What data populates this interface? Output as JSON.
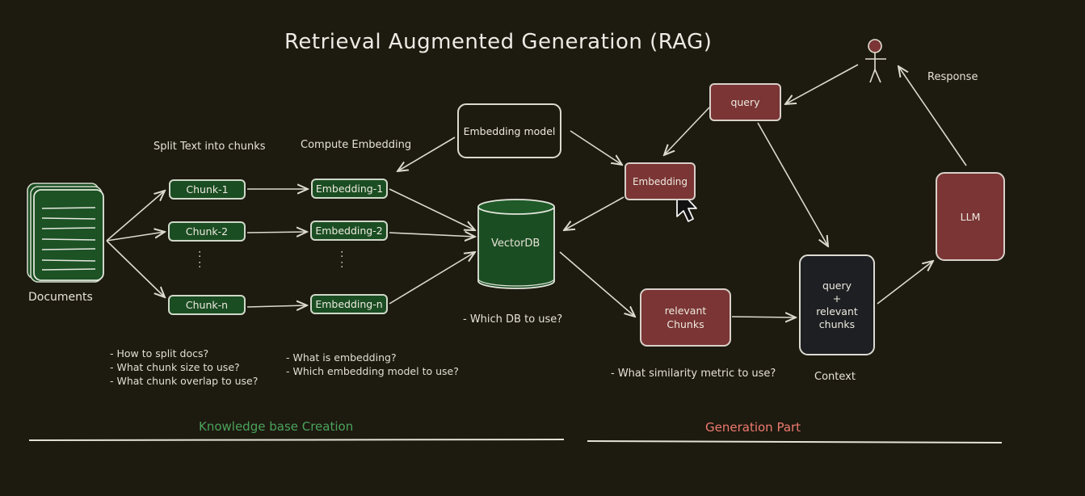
{
  "title": "Retrieval Augmented Generation (RAG)",
  "documents_label": "Documents",
  "split_label": "Split Text into chunks",
  "compute_label": "Compute Embedding",
  "chunks": [
    "Chunk-1",
    "Chunk-2",
    "Chunk-n"
  ],
  "embeddings": [
    "Embedding-1",
    "Embedding-2",
    "Embedding-n"
  ],
  "ellipsis": ":",
  "embedding_model": "Embedding model",
  "vectordb": "VectorDB",
  "which_db": "- Which DB to use?",
  "notes_split": "- How to split docs?\n- What chunk size to use?\n- What chunk overlap to use?",
  "notes_embed": "- What is embedding?\n- Which embedding model to use?",
  "query": "query",
  "embedding": "Embedding",
  "relevant_chunks": "relevant\nChunks",
  "similarity_note": "- What similarity metric to use?",
  "context_box": "query\n+\nrelevant\nchunks",
  "context_label": "Context",
  "llm": "LLM",
  "response": "Response",
  "section_knowledge": "Knowledge base Creation",
  "section_generation": "Generation Part",
  "colors": {
    "background": "#1d1a10",
    "green_box": "#1b4d22",
    "red_box": "#7a3534",
    "knowledge_text": "#4aa35c",
    "generation_text": "#ef7b6e"
  }
}
